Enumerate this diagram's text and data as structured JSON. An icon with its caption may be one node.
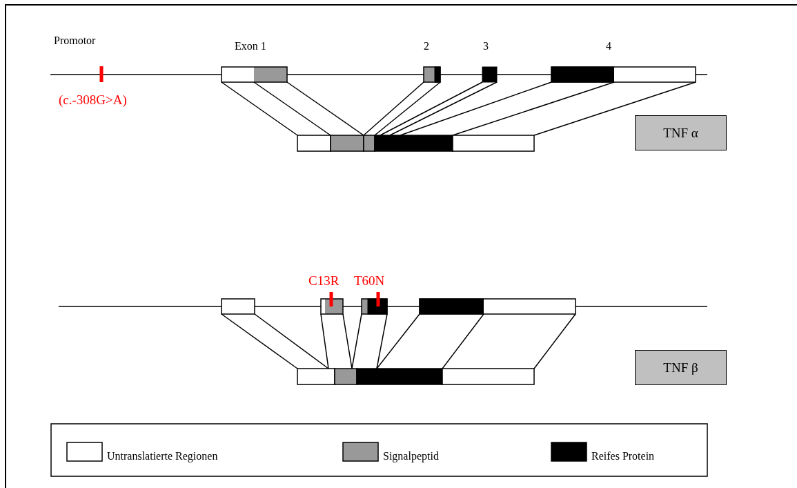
{
  "diagram": {
    "nodes": [
      {
        "text": [
          "TNF α"
        ]
      },
      {
        "text": [
          "TNF β"
        ]
      }
    ],
    "labels": [
      "Promotor",
      "Exon 1",
      "2",
      "3",
      "4",
      "(c.-308G>A)",
      "C13R",
      "T60N"
    ],
    "legend": [
      {
        "text": "Untranslatierte Regionen",
        "color": "#ffffff"
      },
      {
        "text": "Signalpeptid",
        "color": "#999999"
      },
      {
        "text": "Reifes Protein",
        "color": "#000000"
      }
    ]
  }
}
